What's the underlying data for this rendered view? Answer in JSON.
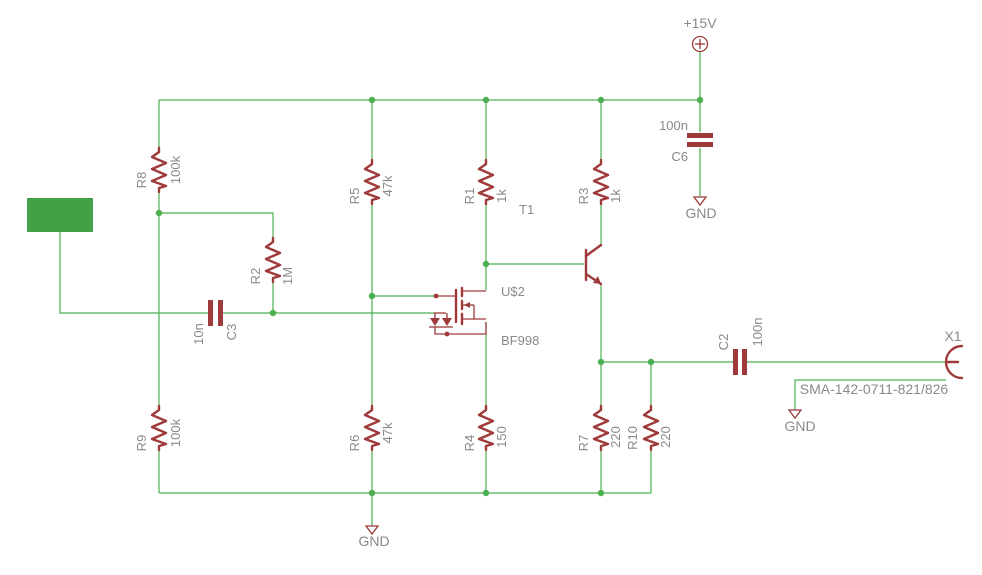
{
  "supply": {
    "label": "+15V"
  },
  "ground": {
    "label": "GND"
  },
  "transistor": {
    "name": "T1"
  },
  "mosfet": {
    "name": "U$2",
    "value": "BF998"
  },
  "connector": {
    "name": "X1",
    "value": "SMA-142-0711-821/826"
  },
  "components": {
    "R8": {
      "name": "R8",
      "value": "100k"
    },
    "R5": {
      "name": "R5",
      "value": "47k"
    },
    "R1": {
      "name": "R1",
      "value": "1k"
    },
    "R3": {
      "name": "R3",
      "value": "1k"
    },
    "R2": {
      "name": "R2",
      "value": "1M"
    },
    "R9": {
      "name": "R9",
      "value": "100k"
    },
    "R6": {
      "name": "R6",
      "value": "47k"
    },
    "R4": {
      "name": "R4",
      "value": "150"
    },
    "R7": {
      "name": "R7",
      "value": "220"
    },
    "R10": {
      "name": "R10",
      "value": "220"
    },
    "C3": {
      "name": "C3",
      "value": "10n"
    },
    "C2": {
      "name": "C2",
      "value": "100n"
    },
    "C6": {
      "name": "C6",
      "value": "100n"
    }
  },
  "colors": {
    "wire": "#4caf50",
    "part": "#9e3a3a",
    "label": "#8a8a8a",
    "input_pad": "#43a047"
  }
}
